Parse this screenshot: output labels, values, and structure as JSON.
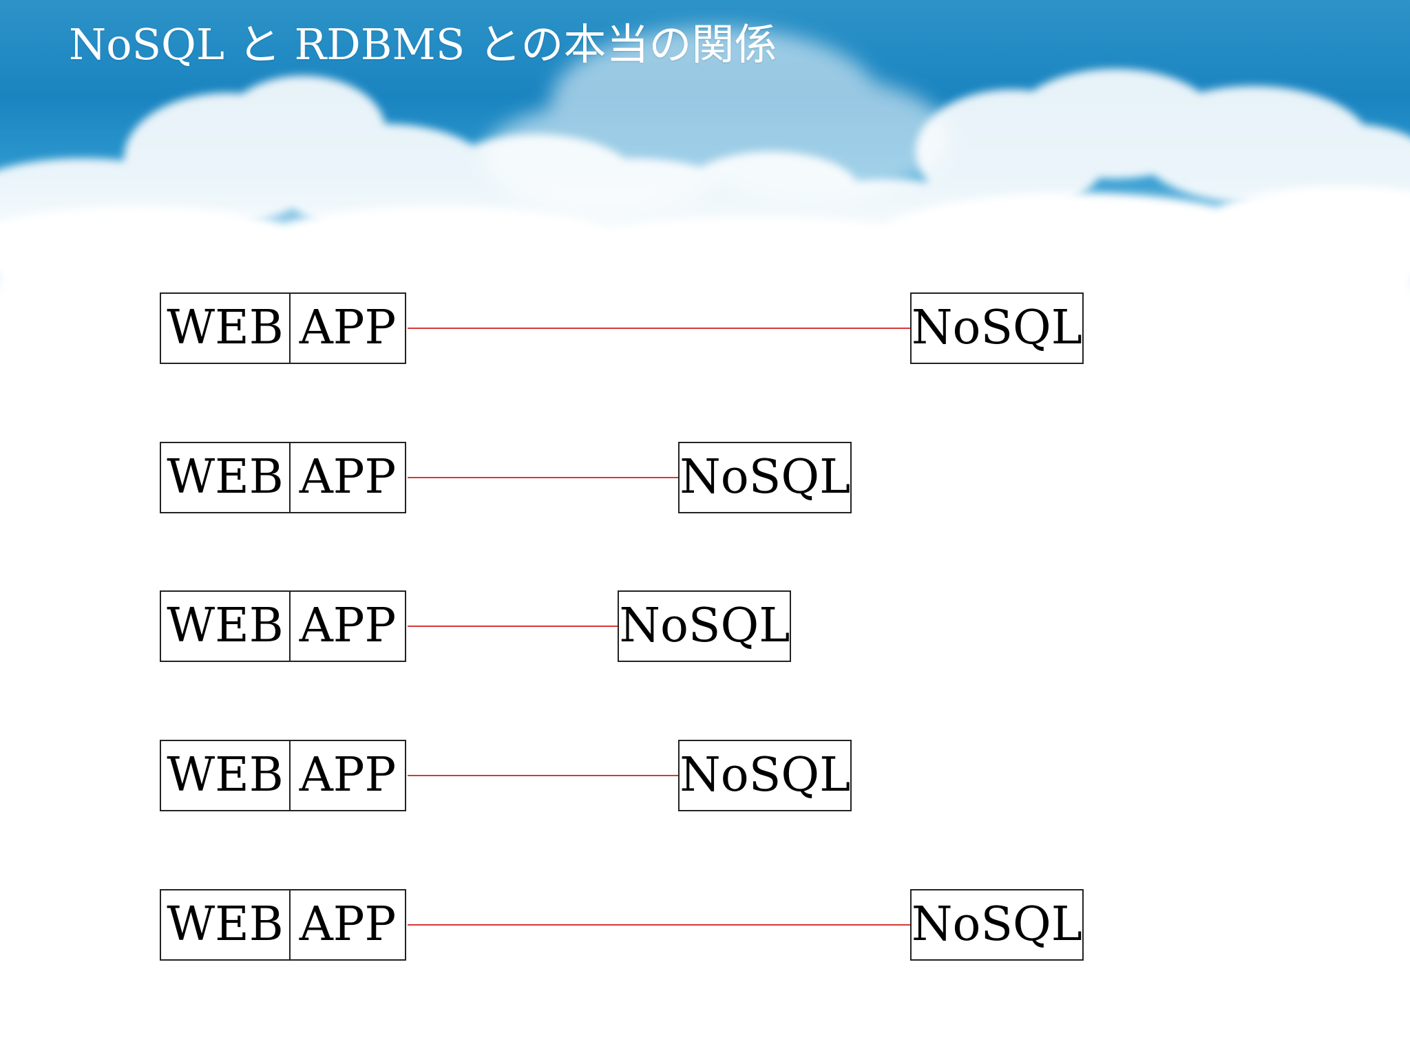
{
  "slide": {
    "title": "NoSQL と RDBMS との本当の関係"
  },
  "rows": [
    {
      "web_label": "WEB",
      "app_label": "APP",
      "nosql_label": "NoSQL",
      "distance": 1.0
    },
    {
      "web_label": "WEB",
      "app_label": "APP",
      "nosql_label": "NoSQL",
      "distance": 0.54
    },
    {
      "web_label": "WEB",
      "app_label": "APP",
      "nosql_label": "NoSQL",
      "distance": 0.42
    },
    {
      "web_label": "WEB",
      "app_label": "APP",
      "nosql_label": "NoSQL",
      "distance": 0.54
    },
    {
      "web_label": "WEB",
      "app_label": "APP",
      "nosql_label": "NoSQL",
      "distance": 1.0
    }
  ],
  "colors": {
    "connector": "#d93636",
    "title": "#ffffff",
    "sky": "#1a84c0"
  }
}
